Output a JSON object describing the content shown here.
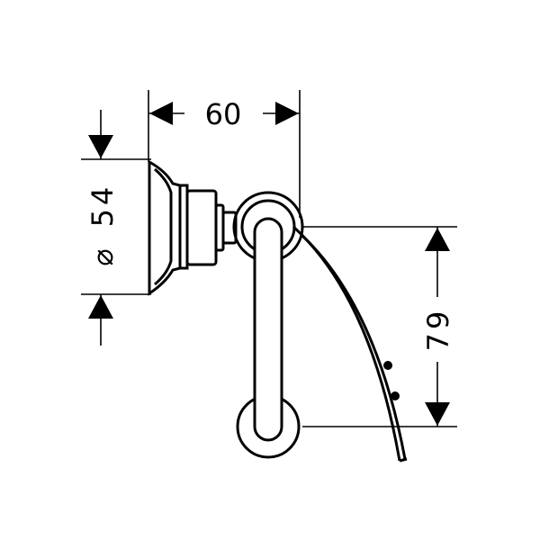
{
  "dimensions": {
    "width": "60",
    "diameter_symbol": "⌀",
    "diameter": "54",
    "height": "79"
  }
}
